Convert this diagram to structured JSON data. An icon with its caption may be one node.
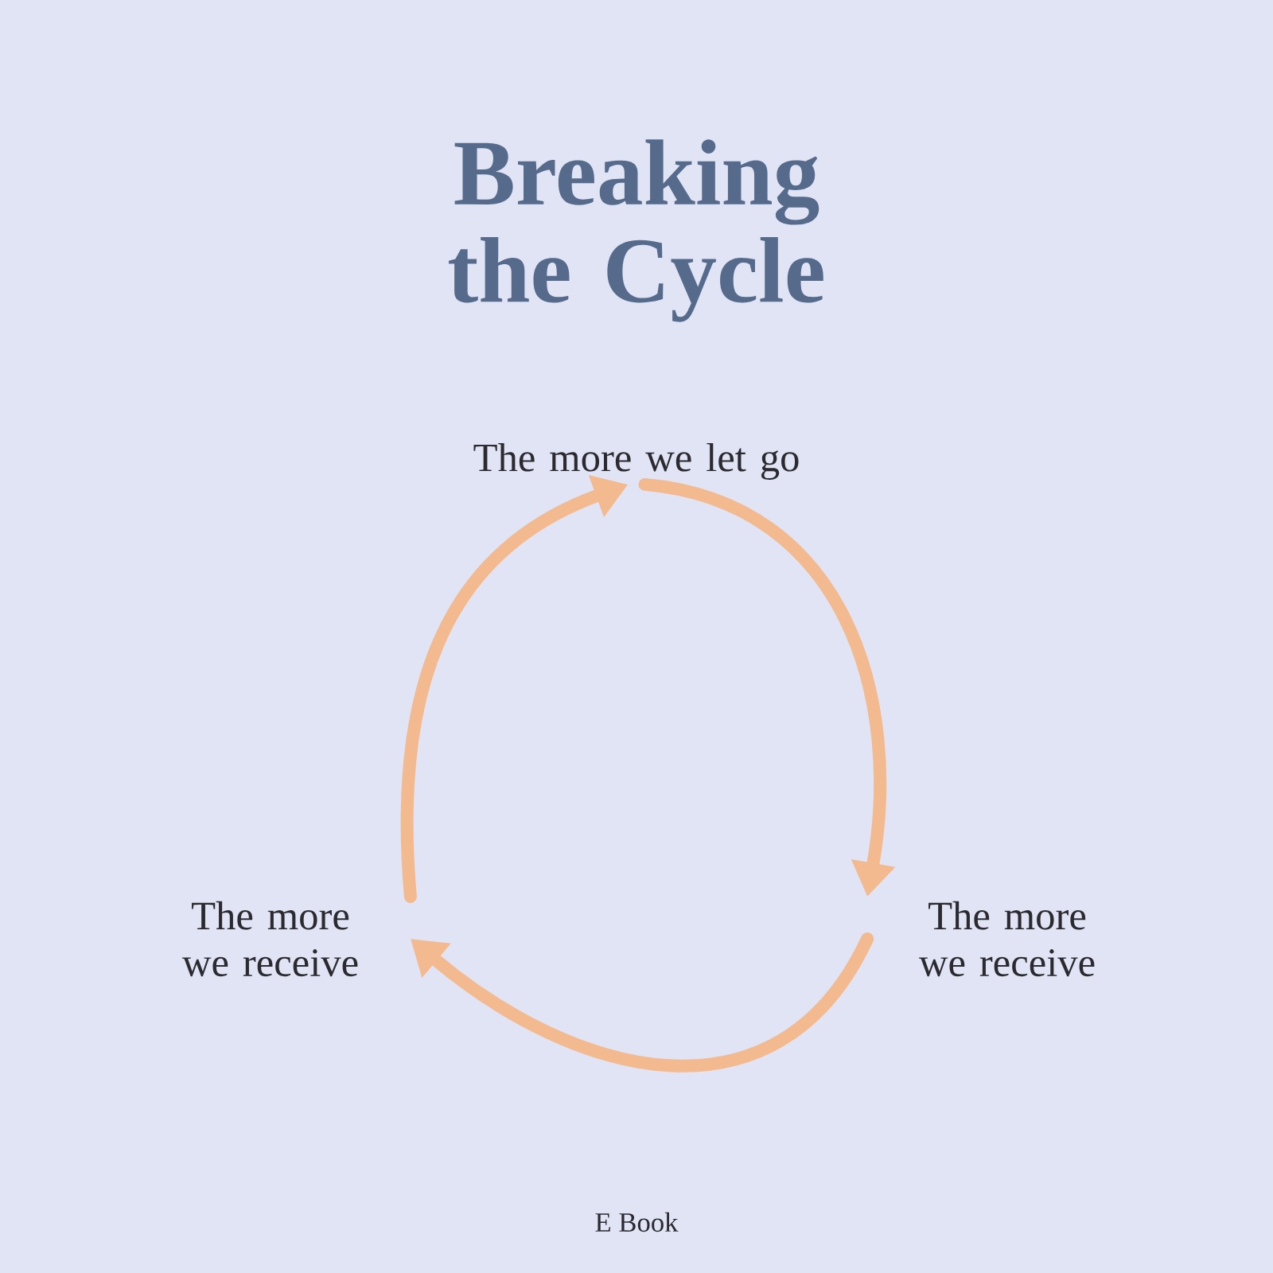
{
  "diagram": {
    "title": "Breaking the Cycle",
    "nodes": [
      {
        "text": [
          "The more we let go"
        ]
      },
      {
        "text": [
          "The more we receive"
        ]
      },
      {
        "text": [
          "The more we receive"
        ]
      }
    ],
    "edges": [
      {
        "from": 0,
        "to": 1,
        "arrow": "to"
      },
      {
        "from": 1,
        "to": 2,
        "arrow": "to"
      },
      {
        "from": 2,
        "to": 0,
        "arrow": "to"
      }
    ],
    "labels": [
      "E Book"
    ]
  }
}
